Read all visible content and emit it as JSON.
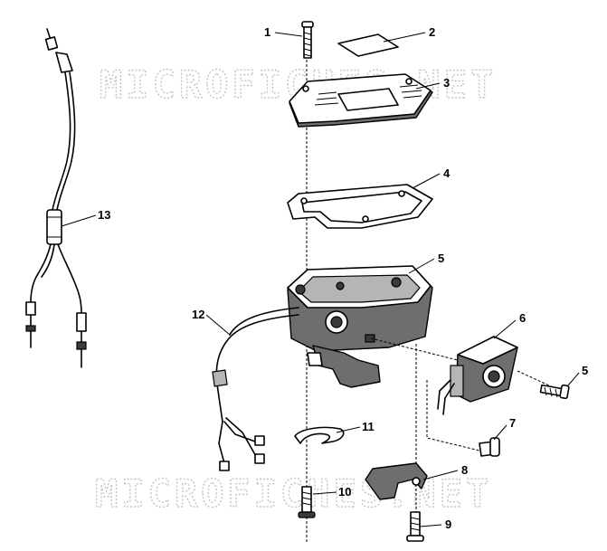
{
  "watermark": {
    "top": "MICROFICHES.NET",
    "bottom": "MICROFICHES.NET"
  },
  "callouts": [
    {
      "id": "c1",
      "label": "1"
    },
    {
      "id": "c2",
      "label": "2"
    },
    {
      "id": "c3",
      "label": "3"
    },
    {
      "id": "c4",
      "label": "4"
    },
    {
      "id": "c5a",
      "label": "5"
    },
    {
      "id": "c5b",
      "label": "5"
    },
    {
      "id": "c6",
      "label": "6"
    },
    {
      "id": "c7",
      "label": "7"
    },
    {
      "id": "c8",
      "label": "8"
    },
    {
      "id": "c9",
      "label": "9"
    },
    {
      "id": "c10",
      "label": "10"
    },
    {
      "id": "c11",
      "label": "11"
    },
    {
      "id": "c12",
      "label": "12"
    },
    {
      "id": "c13",
      "label": "13"
    }
  ]
}
